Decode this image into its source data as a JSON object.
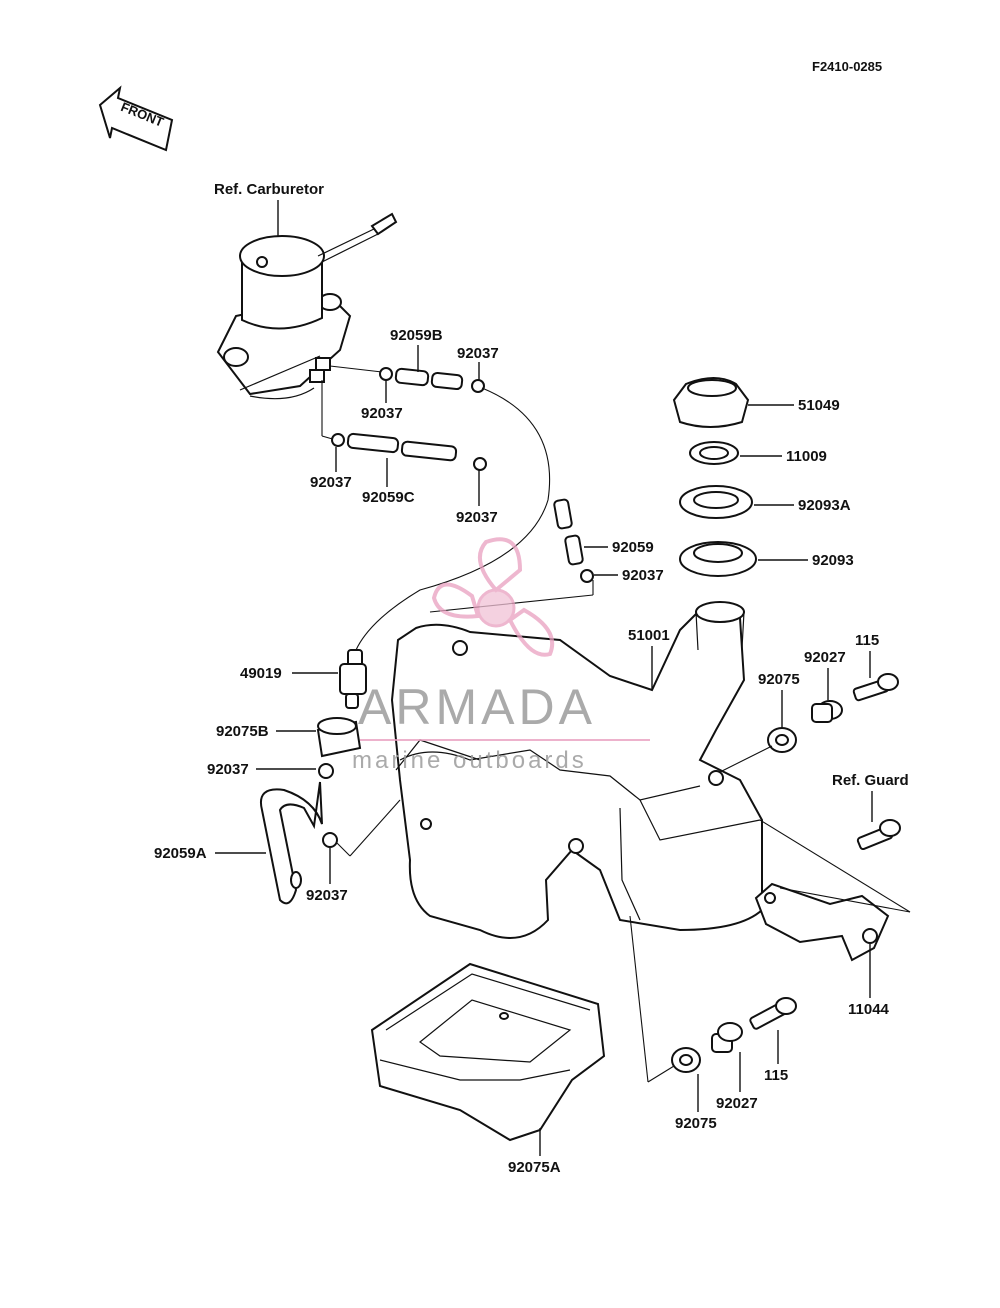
{
  "drawing_code": "F2410-0285",
  "front_arrow": "FRONT",
  "references": {
    "carburetor": "Ref. Carburetor",
    "guard": "Ref. Guard"
  },
  "parts": {
    "p92059B": "92059B",
    "p92037_a": "92037",
    "p92037_b": "92037",
    "p92037_c": "92037",
    "p92059C": "92059C",
    "p92037_d": "92037",
    "p51049": "51049",
    "p11009": "11009",
    "p92093A": "92093A",
    "p92093": "92093",
    "p92059": "92059",
    "p92037_e": "92037",
    "p51001": "51001",
    "p115_a": "115",
    "p92027_a": "92027",
    "p92075_a": "92075",
    "p49019": "49019",
    "p92075B": "92075B",
    "p92037_f": "92037",
    "p92059A": "92059A",
    "p92037_g": "92037",
    "p11044": "11044",
    "p115_b": "115",
    "p92027_b": "92027",
    "p92075_b": "92075",
    "p92075A": "92075A"
  },
  "watermark": {
    "brand": "ARMADA",
    "tagline": "marine outboards",
    "accent_color": "#e9a0c0"
  }
}
